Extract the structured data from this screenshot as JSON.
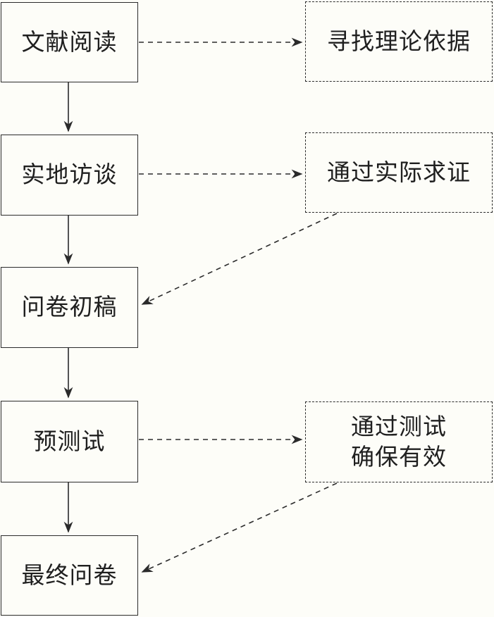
{
  "flow": {
    "steps": [
      {
        "label": "文献阅读"
      },
      {
        "label": "实地访谈"
      },
      {
        "label": "问卷初稿"
      },
      {
        "label": "预测试"
      },
      {
        "label": "最终问卷"
      }
    ],
    "notes": [
      {
        "label": "寻找理论依据"
      },
      {
        "label": "通过实际求证"
      },
      {
        "label": "通过测试\n确保有效"
      }
    ]
  },
  "colors": {
    "stroke": "#2b2b2b",
    "background": "#fdfdf8"
  }
}
